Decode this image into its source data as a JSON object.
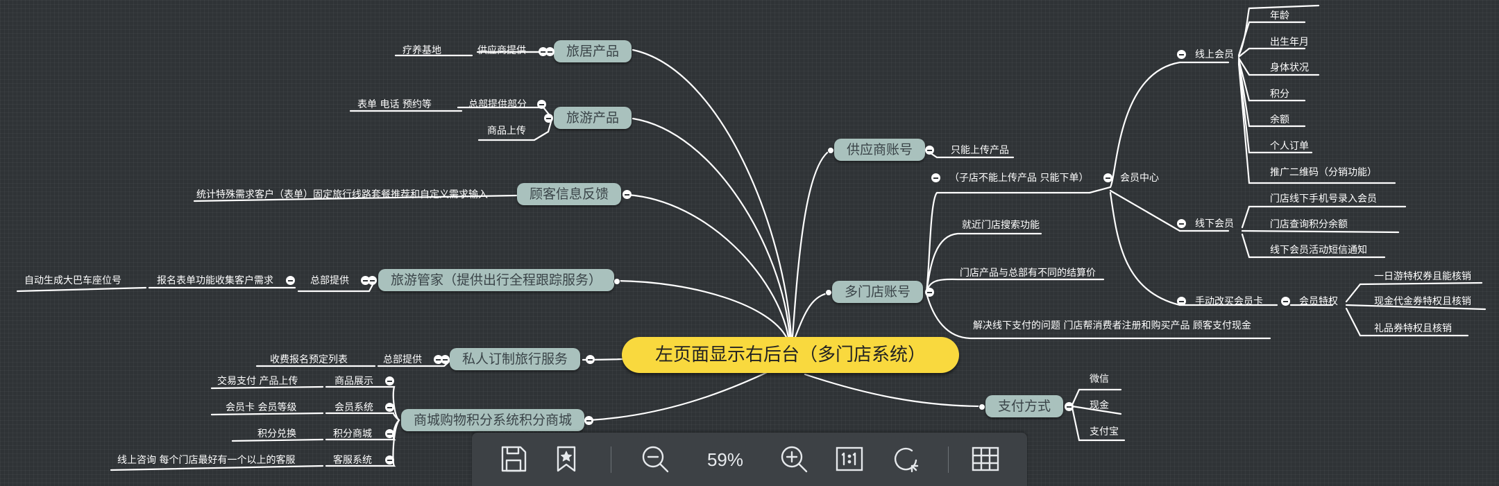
{
  "root": "左页面显示右后台（多门店系统）",
  "left": {
    "travel_living": {
      "label": "旅居产品",
      "sub": "供应商提供",
      "leaf": "疗养基地"
    },
    "travel_product": {
      "label": "旅游产品",
      "sub1": "总部提供部分",
      "leaf1": "表单 电话 预约等",
      "sub2": "商品上传"
    },
    "feedback": {
      "label": "顾客信息反馈",
      "leaf": "统计特殊需求客户（表单）固定旅行线路套餐推荐和自定义需求输入"
    },
    "butler": {
      "label": "旅游管家（提供出行全程跟踪服务）",
      "sub": "总部提供",
      "mid": "报名表单功能收集客户需求",
      "leaf": "自动生成大巴车座位号"
    },
    "private": {
      "label": "私人订制旅行服务",
      "sub": "总部提供",
      "leaf": "收费报名预定列表"
    },
    "mall": {
      "label": "商城购物积分系统积分商城",
      "items": [
        {
          "name": "商品展示",
          "detail": "交易支付 产品上传"
        },
        {
          "name": "会员系统",
          "detail": "会员卡 会员等级"
        },
        {
          "name": "积分商城",
          "detail": "积分兑换"
        },
        {
          "name": "客服系统",
          "detail": "线上咨询 每个门店最好有一个以上的客服"
        }
      ]
    }
  },
  "right": {
    "supplier": {
      "label": "供应商账号",
      "leaf": "只能上传产品"
    },
    "multi_store": {
      "label": "多门店账号",
      "branch1": "（子店不能上传产品 只能下单）",
      "member_center": "会员中心",
      "online": {
        "label": "线上会员",
        "items": [
          "年龄",
          "出生年月",
          "身体状况",
          "积分",
          "余额",
          "个人订单",
          "推广二维码（分销功能）"
        ]
      },
      "offline": {
        "label": "线下会员",
        "items": [
          "门店线下手机号录入会员",
          "门店查询积分余额",
          "线下会员活动短信通知"
        ]
      },
      "manual": {
        "label": "手动改买会员卡",
        "privilege": "会员特权",
        "items": [
          "一日游特权券且能核销",
          "现金代金券特权且核销",
          "礼品券特权且核销"
        ]
      },
      "branch2": "就近门店搜索功能",
      "branch3": "门店产品与总部有不同的结算价",
      "branch4": "解决线下支付的问题 门店帮消费者注册和购买产品 顾客支付现金"
    },
    "payment": {
      "label": "支付方式",
      "items": [
        "微信",
        "现金",
        "支付宝"
      ]
    }
  },
  "toolbar": {
    "zoom": "59%",
    "icons": [
      "save-icon",
      "bookmark-icon",
      "zoom-out-icon",
      "zoom-in-icon",
      "actual-size-icon",
      "rotate-icon",
      "grid-icon"
    ]
  },
  "colors": {
    "background": "#2f3336",
    "root": "#f9d93e",
    "node": "#a9c1bd",
    "line": "#ffffff"
  }
}
